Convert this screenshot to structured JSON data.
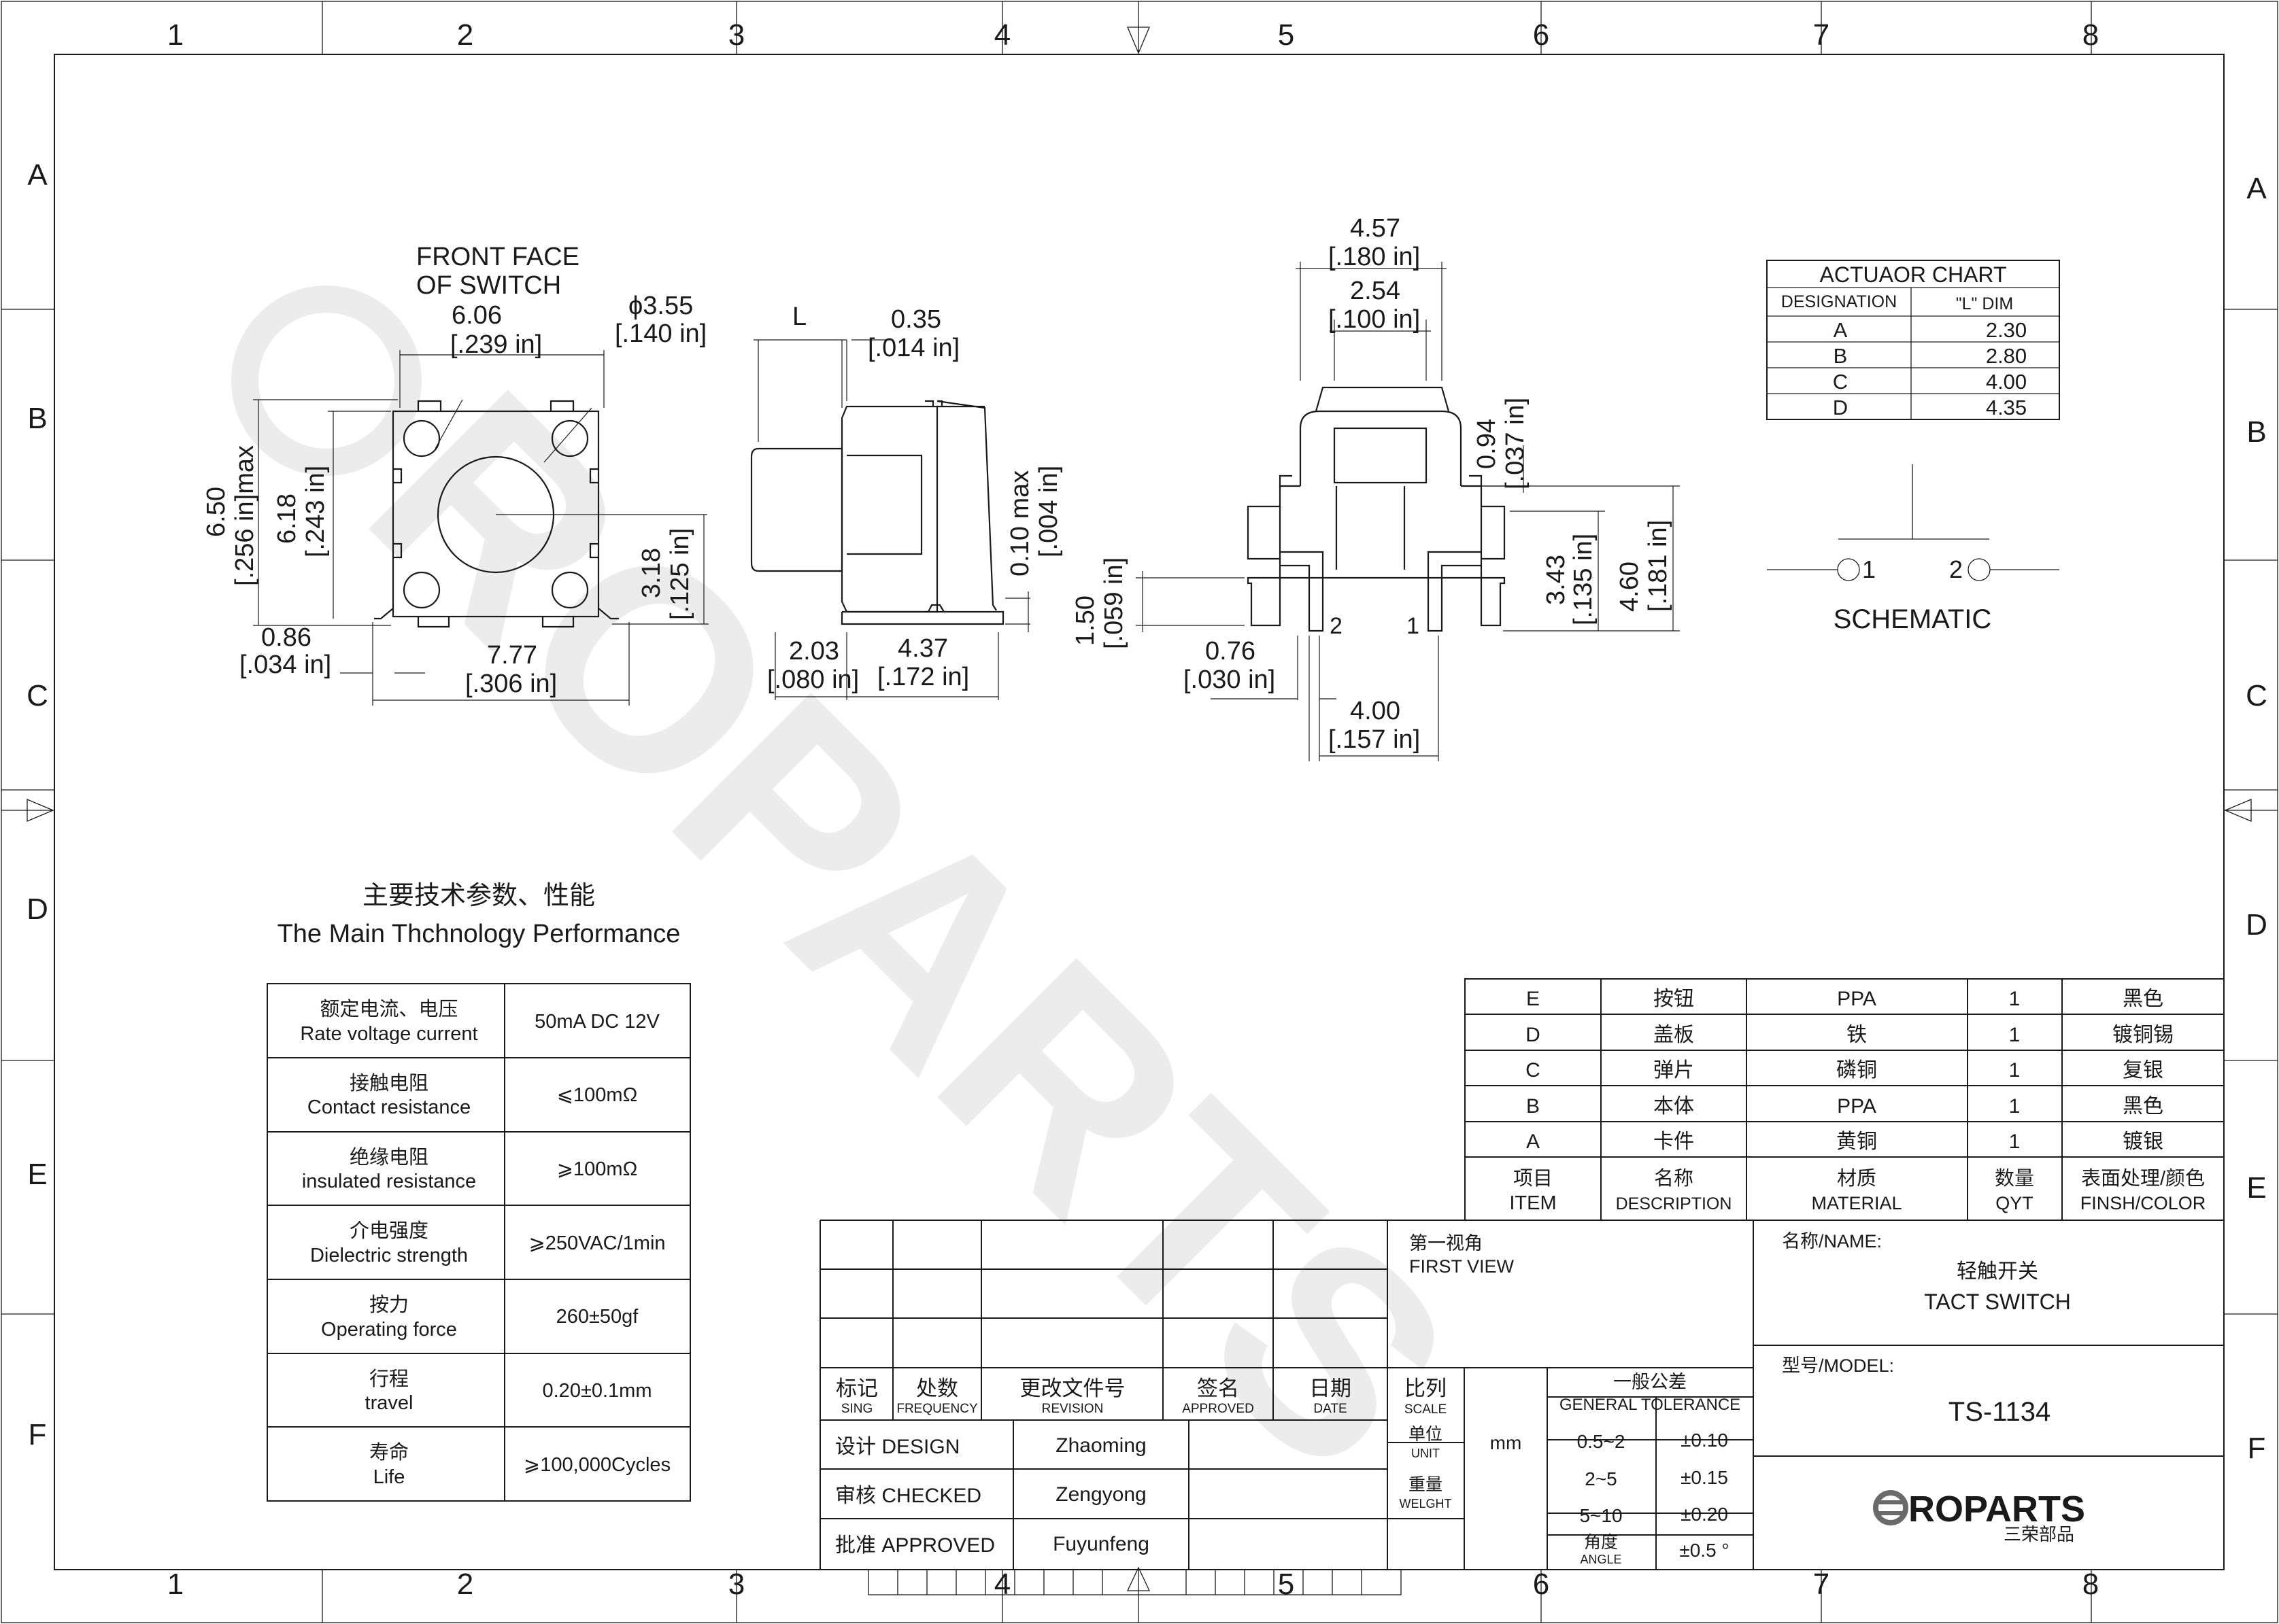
{
  "frame": {
    "columns": [
      "1",
      "2",
      "3",
      "4",
      "5",
      "6",
      "7",
      "8"
    ],
    "rows": [
      "A",
      "B",
      "C",
      "D",
      "E",
      "F"
    ]
  },
  "watermark": "ROPARTS",
  "drawing": {
    "front_face_label": [
      "FRONT FACE",
      "OF SWITCH"
    ],
    "dims": {
      "w606": [
        "6.06",
        "[.239 in]"
      ],
      "phi355": [
        "ϕ3.55",
        "[.140 in]"
      ],
      "h650": [
        "6.50",
        "[.256 in]max"
      ],
      "h618": [
        "6.18",
        "[.243 in]"
      ],
      "h318": [
        "3.18",
        "[.125 in]"
      ],
      "w086": [
        "0.86",
        "[.034 in]"
      ],
      "w777": [
        "7.77",
        "[.306 in]"
      ],
      "L": "L",
      "w035": [
        "0.35",
        "[.014 in]"
      ],
      "h010": [
        "0.10  max",
        "[.004 in]"
      ],
      "w203": [
        "2.03",
        "[.080 in]"
      ],
      "w437": [
        "4.37",
        "[.172 in]"
      ],
      "w457": [
        "4.57",
        "[.180 in]"
      ],
      "w254": [
        "2.54",
        "[.100 in]"
      ],
      "h094": [
        "0.94",
        "[.037 in]"
      ],
      "h150": [
        "1.50",
        "[.059 in]"
      ],
      "h343": [
        "3.43",
        "[.135 in]"
      ],
      "h460": [
        "4.60",
        "[.181 in]"
      ],
      "w076": [
        "0.76",
        "[.030 in]"
      ],
      "w400": [
        "4.00",
        "[.157 in]"
      ],
      "pin2": "2",
      "pin1": "1"
    }
  },
  "actuator_chart": {
    "title": "ACTUAOR CHART",
    "headers": [
      "DESIGNATION",
      "\"L\" DIM"
    ],
    "rows": [
      [
        "A",
        "2.30"
      ],
      [
        "B",
        "2.80"
      ],
      [
        "C",
        "4.00"
      ],
      [
        "D",
        "4.35"
      ]
    ]
  },
  "schematic": {
    "label": "SCHEMATIC",
    "pin1": "1",
    "pin2": "2"
  },
  "performance": {
    "title_cn": "主要技术参数、性能",
    "title_en": "The Main Thchnology Performance",
    "rows": [
      {
        "cn": "额定电流、电压",
        "en": "Rate voltage current",
        "value": "50mA DC 12V"
      },
      {
        "cn": "接触电阻",
        "en": "Contact resistance",
        "value": "⩽100mΩ"
      },
      {
        "cn": "绝缘电阻",
        "en": "insulated resistance",
        "value": "⩾100mΩ"
      },
      {
        "cn": "介电强度",
        "en": "Dielectric strength",
        "value": "⩾250VAC/1min"
      },
      {
        "cn": "按力",
        "en": "Operating force",
        "value": "260±50gf"
      },
      {
        "cn": "行程",
        "en": "travel",
        "value": "0.20±0.1mm"
      },
      {
        "cn": "寿命",
        "en": "Life",
        "value": "⩾100,000Cycles"
      }
    ]
  },
  "bom": {
    "rows": [
      [
        "E",
        "按钮",
        "PPA",
        "1",
        "黑色"
      ],
      [
        "D",
        "盖板",
        "铁",
        "1",
        "镀铜锡"
      ],
      [
        "C",
        "弹片",
        "磷铜",
        "1",
        "复银"
      ],
      [
        "B",
        "本体",
        "PPA",
        "1",
        "黑色"
      ],
      [
        "A",
        "卡件",
        "黄铜",
        "1",
        "镀银"
      ]
    ],
    "header": [
      [
        "项目",
        "ITEM"
      ],
      [
        "名称",
        "DESCRIPTION"
      ],
      [
        "材质",
        "MATERIAL"
      ],
      [
        "数量",
        "QYT"
      ],
      [
        "表面处理/颜色",
        "FINSH/COLOR"
      ]
    ]
  },
  "title_block": {
    "revision_headers": [
      [
        "标记",
        "SING"
      ],
      [
        "处数",
        "FREQUENCY"
      ],
      [
        "更改文件号",
        "REVISION"
      ],
      [
        "签名",
        "APPROVED"
      ],
      [
        "日期",
        "DATE"
      ]
    ],
    "signoff": [
      {
        "role": "设计 DESIGN",
        "name": "Zhaoming"
      },
      {
        "role": "审核 CHECKED",
        "name": "Zengyong"
      },
      {
        "role": "批准 APPROVED",
        "name": "Fuyunfeng"
      }
    ],
    "view_cn": "第一视角",
    "view_en": "FIRST VIEW",
    "scale_cn": "比列",
    "scale_en": "SCALE",
    "unit_cn": "单位",
    "unit_en": "UNIT",
    "unit_value": "mm",
    "weight_cn": "重量",
    "weight_en": "WELGHT",
    "tolerance_cn": "一般公差",
    "tolerance_en": "GENERAL TOLERANCE",
    "tolerances": [
      [
        "0.5~2",
        "±0.10"
      ],
      [
        "2~5",
        "±0.15"
      ],
      [
        "5~10",
        "±0.20"
      ]
    ],
    "angle_cn": "角度",
    "angle_en": "ANGLE",
    "angle_value": "±0.5 °",
    "name_label": "名称/NAME:",
    "name_cn": "轻触开关",
    "name_en": "TACT  SWITCH",
    "model_label": "型号/MODEL:",
    "model": "TS-1134",
    "brand_logo": "ROPARTS",
    "brand_cn": "三荣部品"
  }
}
